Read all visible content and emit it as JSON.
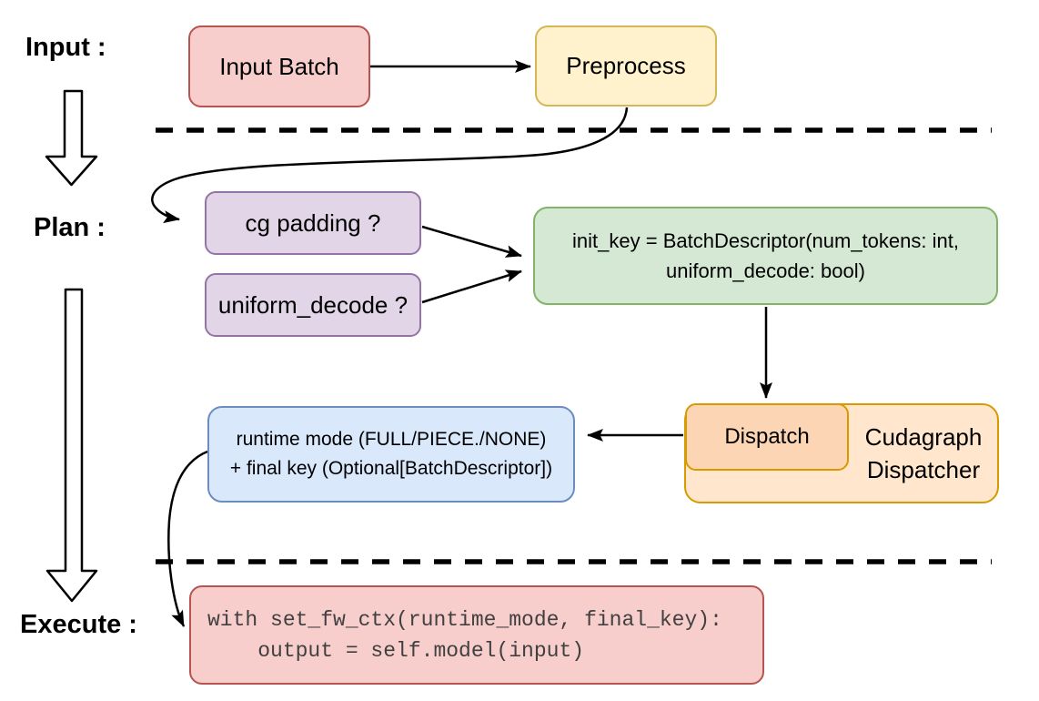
{
  "labels": {
    "input": "Input :",
    "plan": "Plan :",
    "execute": "Execute :"
  },
  "nodes": {
    "input_batch": {
      "label": "Input Batch",
      "fill": "#f8cecc",
      "border": "#b85450"
    },
    "preprocess": {
      "label": "Preprocess",
      "fill": "#fff2cc",
      "border": "#d6b656"
    },
    "cg_padding": {
      "label": "cg padding ?",
      "fill": "#e1d5e7",
      "border": "#9673a6"
    },
    "uniform_decode": {
      "label": "uniform_decode ?",
      "fill": "#e1d5e7",
      "border": "#9673a6"
    },
    "init_key": {
      "line1": "init_key = BatchDescriptor(num_tokens: int,",
      "line2": "uniform_decode: bool)",
      "fill": "#d5e8d4",
      "border": "#82b366"
    },
    "dispatch": {
      "label": "Dispatch",
      "fill": "#fcd5b5",
      "border": "#d79b00"
    },
    "cudagraph_dispatcher": {
      "line1": "Cudagraph",
      "line2": "Dispatcher",
      "fill": "#ffe6cc",
      "border": "#d79b00"
    },
    "runtime_mode": {
      "line1": "runtime mode (FULL/PIECE./NONE)",
      "line2": "+ final key (Optional[BatchDescriptor])",
      "fill": "#dae8fc",
      "border": "#6c8ebf"
    },
    "execute_code": {
      "line1": "with set_fw_ctx(runtime_mode, final_key):",
      "line2": "    output = self.model(input)",
      "fill": "#f8cecc",
      "border": "#b85450"
    }
  }
}
